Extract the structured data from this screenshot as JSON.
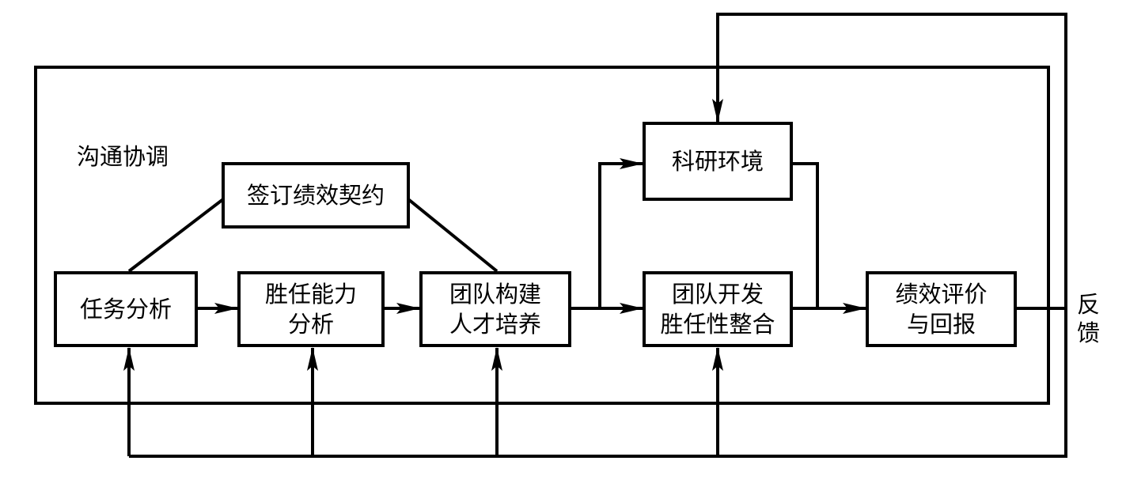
{
  "diagram": {
    "communication_label": "沟通协调",
    "feedback_label": [
      "反",
      "馈"
    ],
    "nodes": {
      "contract": [
        "签订绩效契约"
      ],
      "task_analysis": [
        "任务分析"
      ],
      "competency_analysis": [
        "胜任能力",
        "分析"
      ],
      "team_building": [
        "团队构建",
        "人才培养"
      ],
      "research_env": [
        "科研环境"
      ],
      "team_development": [
        "团队开发",
        "胜任性整合"
      ],
      "performance_eval": [
        "绩效评价",
        "与回报"
      ]
    }
  }
}
